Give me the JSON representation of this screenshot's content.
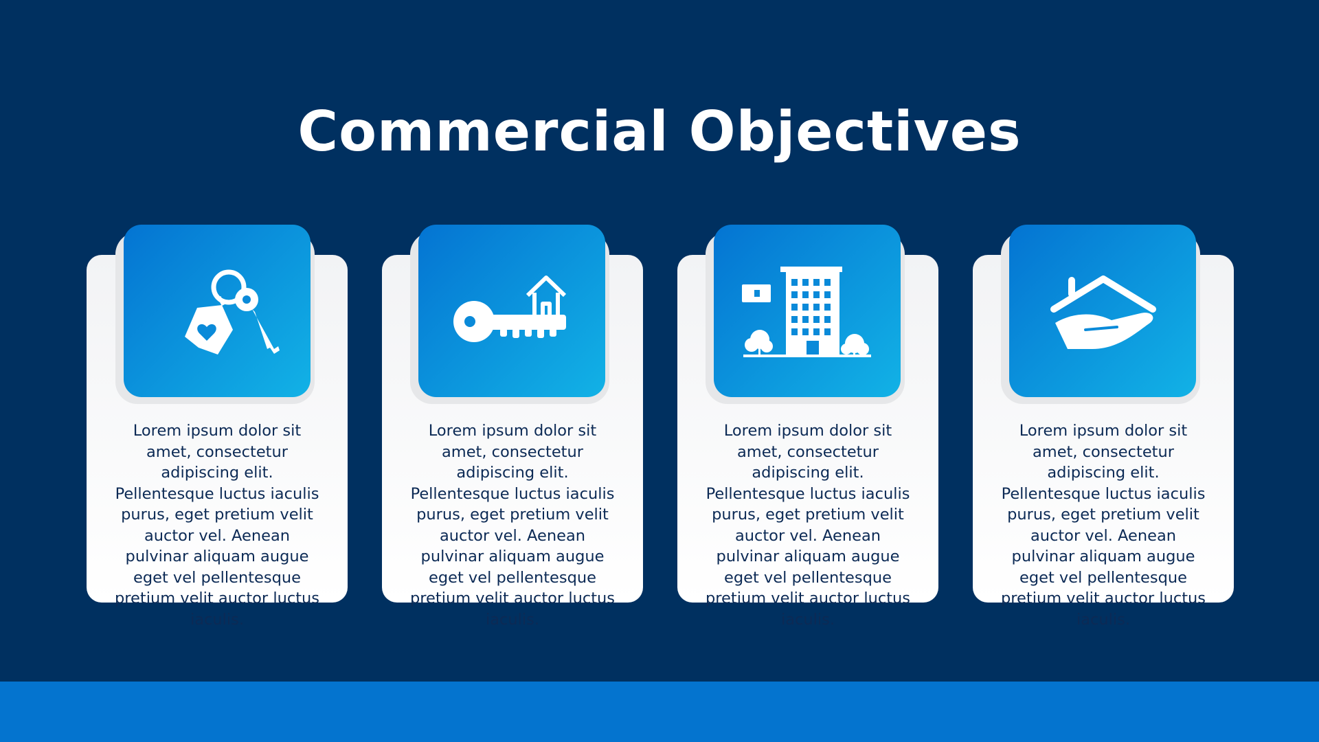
{
  "slide": {
    "title": "Commercial Objectives"
  },
  "cards": [
    {
      "icon": "house-keys-icon",
      "text": "Lorem ipsum dolor sit amet, consectetur adipiscing elit. Pellentesque luctus iaculis purus, eget pretium velit auctor vel. Aenean pulvinar aliquam augue eget vel pellentesque pretium velit auctor luctus iaculis."
    },
    {
      "icon": "key-with-house-icon",
      "text": "Lorem ipsum dolor sit amet, consectetur adipiscing elit. Pellentesque luctus iaculis purus, eget pretium velit auctor vel. Aenean pulvinar aliquam augue eget vel pellentesque pretium velit auctor luctus iaculis."
    },
    {
      "icon": "apartment-building-icon",
      "text": "Lorem ipsum dolor sit amet, consectetur adipiscing elit. Pellentesque luctus iaculis purus, eget pretium velit auctor vel. Aenean pulvinar aliquam augue eget vel pellentesque pretium velit auctor luctus iaculis."
    },
    {
      "icon": "hand-holding-house-icon",
      "text": "Lorem ipsum dolor sit amet, consectetur adipiscing elit. Pellentesque luctus iaculis purus, eget pretium velit auctor vel. Aenean pulvinar aliquam augue eget vel pellentesque pretium velit auctor luctus iaculis."
    }
  ],
  "colors": {
    "background": "#003060",
    "footer_bar": "#0474cf",
    "tile_gradient_start": "#0474d2",
    "tile_gradient_end": "#12b2e6",
    "body_text": "#0c2a55"
  }
}
